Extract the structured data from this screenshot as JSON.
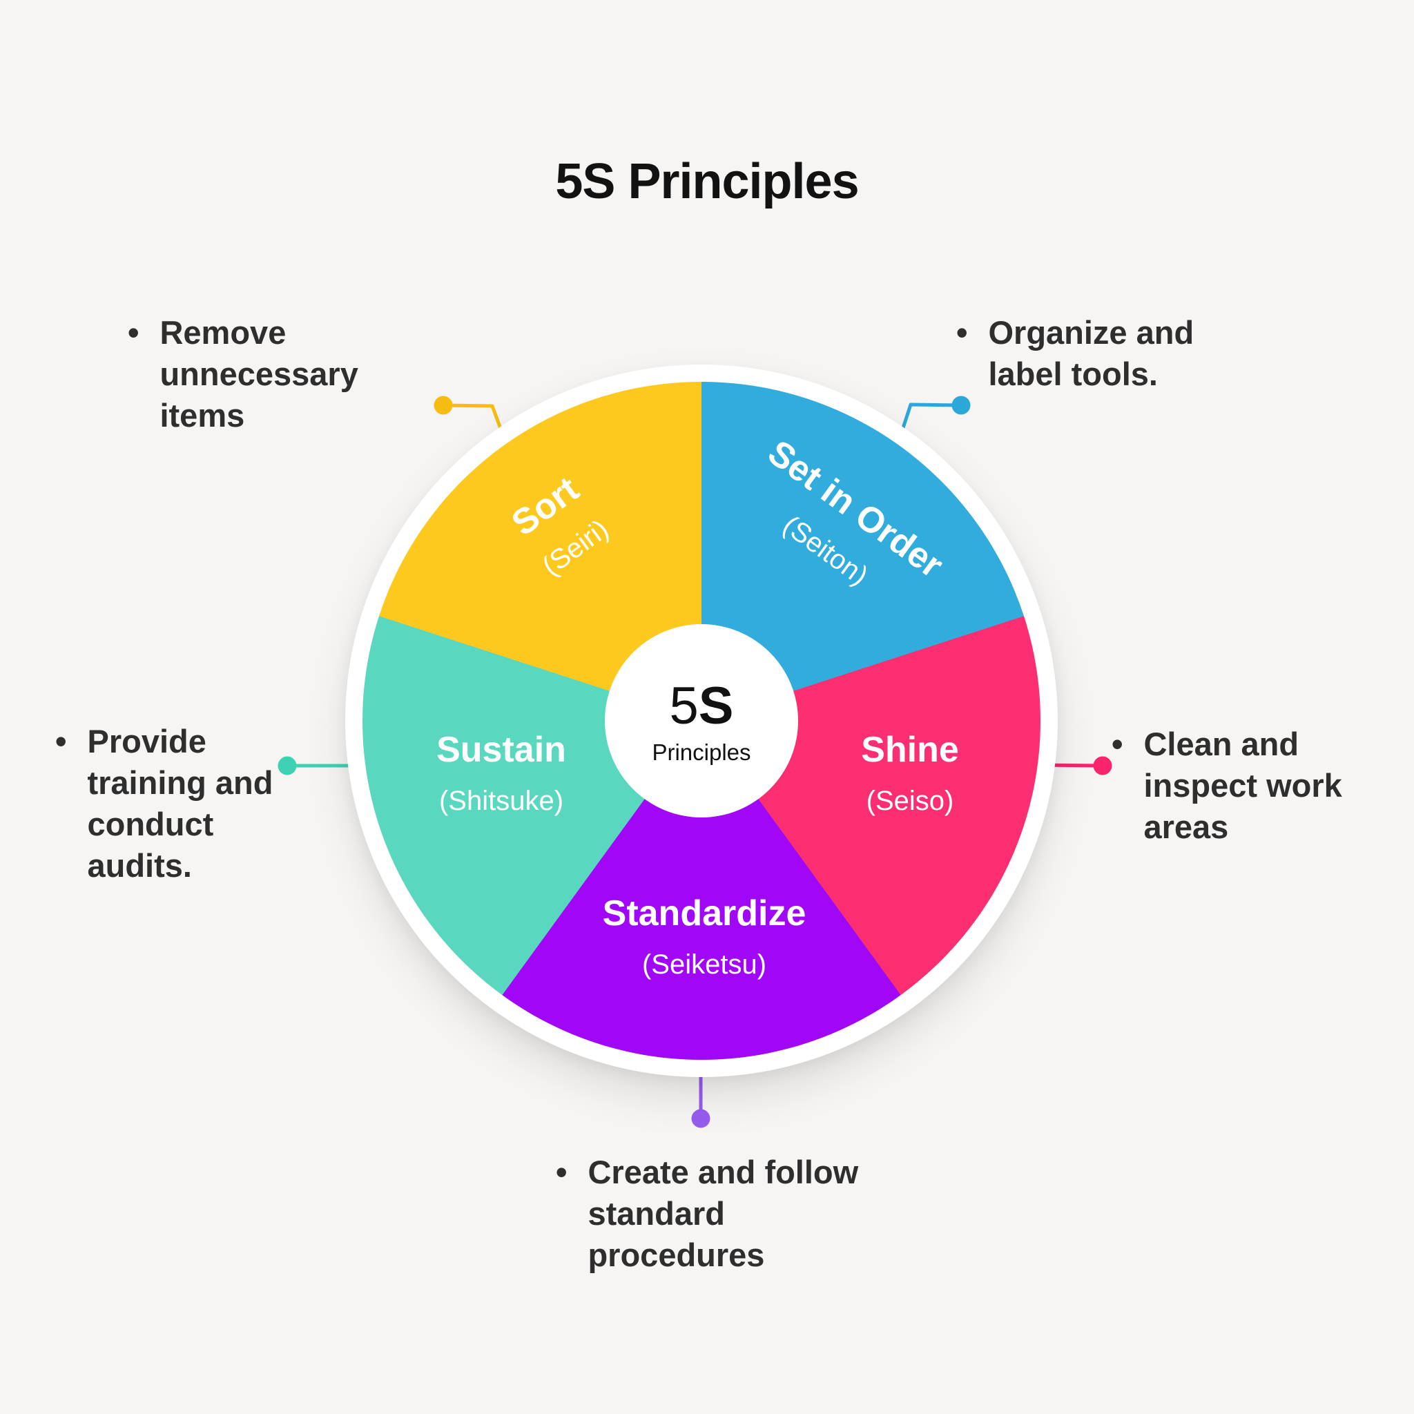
{
  "title": "5S Principles",
  "center": {
    "number": "5",
    "letter": "S",
    "label": "Principles"
  },
  "colors": {
    "background": "#F6F5F3",
    "title_text": "#121212",
    "callout_text": "#2E2E2E",
    "wheel_ring": "#FFFFFF",
    "segment_label_text": "#FFFFFF",
    "segments": {
      "sort": "#FEC91F",
      "set_in_order": "#31ACDC",
      "shine": "#FA2E71",
      "standardize": "#A007F7",
      "sustain": "#5AD8BF"
    },
    "connectors": {
      "sort": "#F7BC11",
      "set_in_order": "#2BA7DA",
      "shine": "#F9246B",
      "standardize": "#975CEE",
      "sustain": "#3ED1B4"
    }
  },
  "segments": [
    {
      "id": "sort",
      "name": "Sort",
      "romaji": "(Seiri)"
    },
    {
      "id": "set_in_order",
      "name": "Set in Order",
      "romaji": "(Seiton)"
    },
    {
      "id": "shine",
      "name": "Shine",
      "romaji": "(Seiso)"
    },
    {
      "id": "standardize",
      "name": "Standardize",
      "romaji": "(Seiketsu)"
    },
    {
      "id": "sustain",
      "name": "Sustain",
      "romaji": "(Shitsuke)"
    }
  ],
  "callouts": {
    "sort": {
      "bullet": "•",
      "lines": [
        "Remove",
        "unnecessary",
        "items"
      ]
    },
    "set_in_order": {
      "bullet": "•",
      "lines": [
        "Organize and",
        "label tools."
      ]
    },
    "shine": {
      "bullet": "•",
      "lines": [
        "Clean and",
        "inspect work",
        "areas"
      ]
    },
    "standardize": {
      "bullet": "•",
      "lines": [
        "Create and follow",
        "standard",
        "procedures"
      ]
    },
    "sustain": {
      "bullet": "•",
      "lines": [
        "Provide",
        "training and",
        "conduct",
        "audits."
      ]
    }
  }
}
